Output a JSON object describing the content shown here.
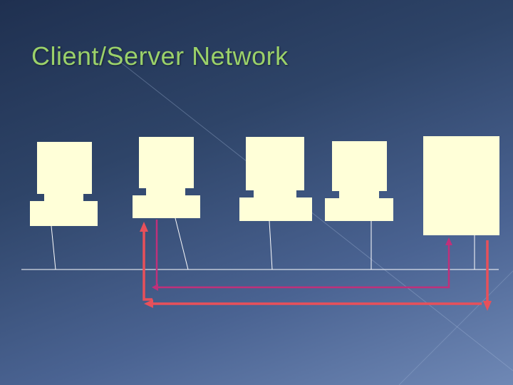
{
  "slide": {
    "title": "Client/Server Network"
  },
  "colors": {
    "title": "#9bd16a",
    "device_fill": "#ffffd8",
    "device_stroke": "#d9d9b0",
    "network_line": "#ffffff",
    "arrow_outer": "#e8505a",
    "arrow_inner": "#c0307a"
  },
  "diagram": {
    "clients": [
      "client-1",
      "client-2",
      "client-3",
      "client-4"
    ],
    "server": "server",
    "connections": [
      "client-to-server",
      "server-to-client"
    ]
  }
}
